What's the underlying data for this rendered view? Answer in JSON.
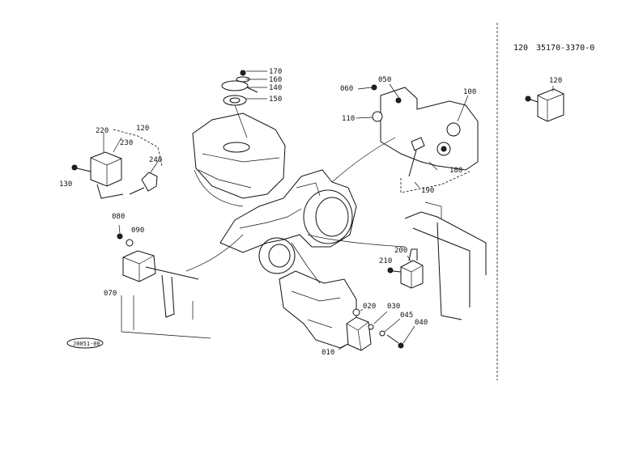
{
  "header": {
    "item_no": "120",
    "part_no": "35170-3370-0"
  },
  "inset": {
    "label": "120"
  },
  "labels": {
    "p170": "170",
    "p160": "160",
    "p140": "140",
    "p150": "150",
    "p060": "060",
    "p050": "050",
    "p100": "100",
    "p110": "110",
    "p180": "180",
    "p190": "190",
    "p220": "220",
    "p120": "120",
    "p230": "230",
    "p240": "240",
    "p130": "130",
    "p080": "080",
    "p090": "090",
    "p070": "070",
    "p200": "200",
    "p210": "210",
    "p020": "020",
    "p030": "030",
    "p045": "045",
    "p040": "040",
    "p010": "010"
  },
  "stamp": "J0051-00"
}
